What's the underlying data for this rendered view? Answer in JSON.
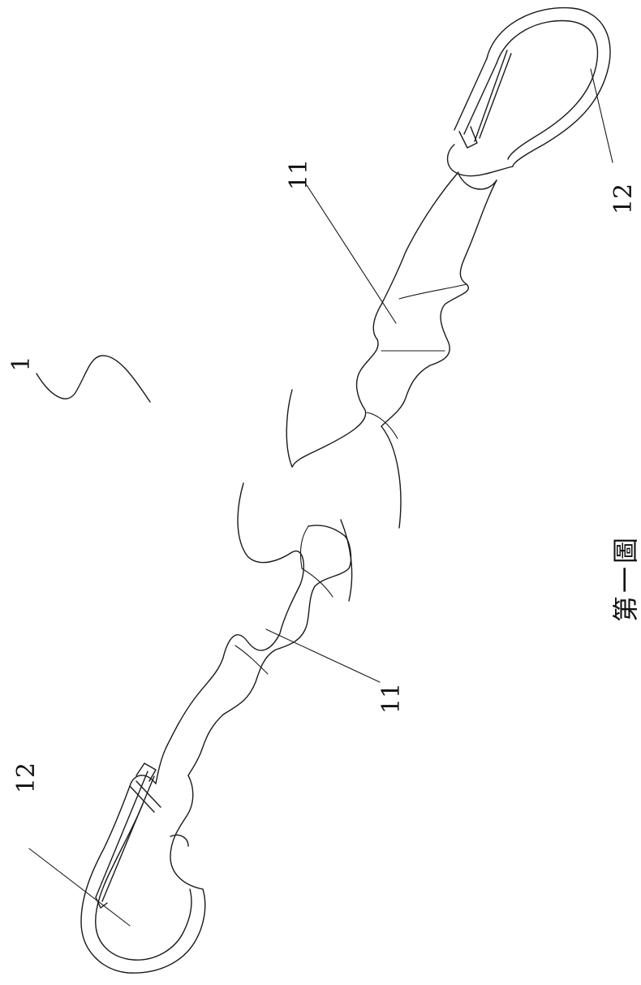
{
  "figure": {
    "caption": "第一圖",
    "labels": {
      "assembly": "1",
      "strap_upper": "11",
      "strap_lower": "11",
      "hook_upper": "12",
      "hook_lower": "12"
    }
  }
}
